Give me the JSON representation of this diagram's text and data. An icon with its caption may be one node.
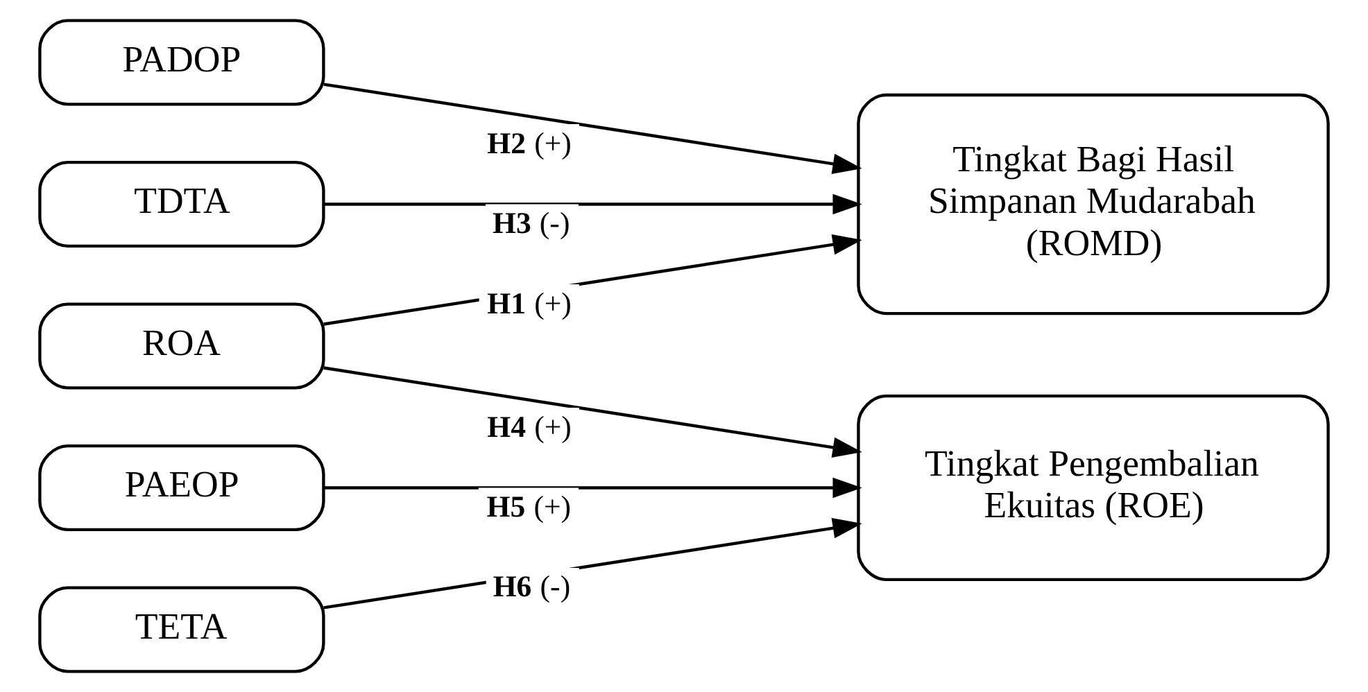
{
  "diagram": {
    "nodes": [
      {
        "text": [
          "PADOP"
        ]
      },
      {
        "text": [
          "TDTA"
        ]
      },
      {
        "text": [
          "ROA"
        ]
      },
      {
        "text": [
          "PAEOP"
        ]
      },
      {
        "text": [
          "TETA"
        ]
      },
      {
        "text": [
          "Tingkat Bagi Hasil Simpanan Mudarabah (ROMD)"
        ]
      },
      {
        "text": [
          "Tingkat Pengembalian Ekuitas (ROE)"
        ]
      }
    ],
    "edges": [
      {
        "from": 0,
        "to": 5,
        "arrow": "to",
        "label": "**H2** (+)"
      },
      {
        "from": 1,
        "to": 5,
        "arrow": "to",
        "label": "**H3** (-)"
      },
      {
        "from": 2,
        "to": 5,
        "arrow": "to",
        "label": "**H1** (+)"
      },
      {
        "from": 2,
        "to": 6,
        "arrow": "to",
        "label": "**H4** (+)"
      },
      {
        "from": 3,
        "to": 6,
        "arrow": "to",
        "label": "**H5** (+)"
      },
      {
        "from": 4,
        "to": 6,
        "arrow": "to",
        "label": "**H6** (-)"
      }
    ]
  }
}
